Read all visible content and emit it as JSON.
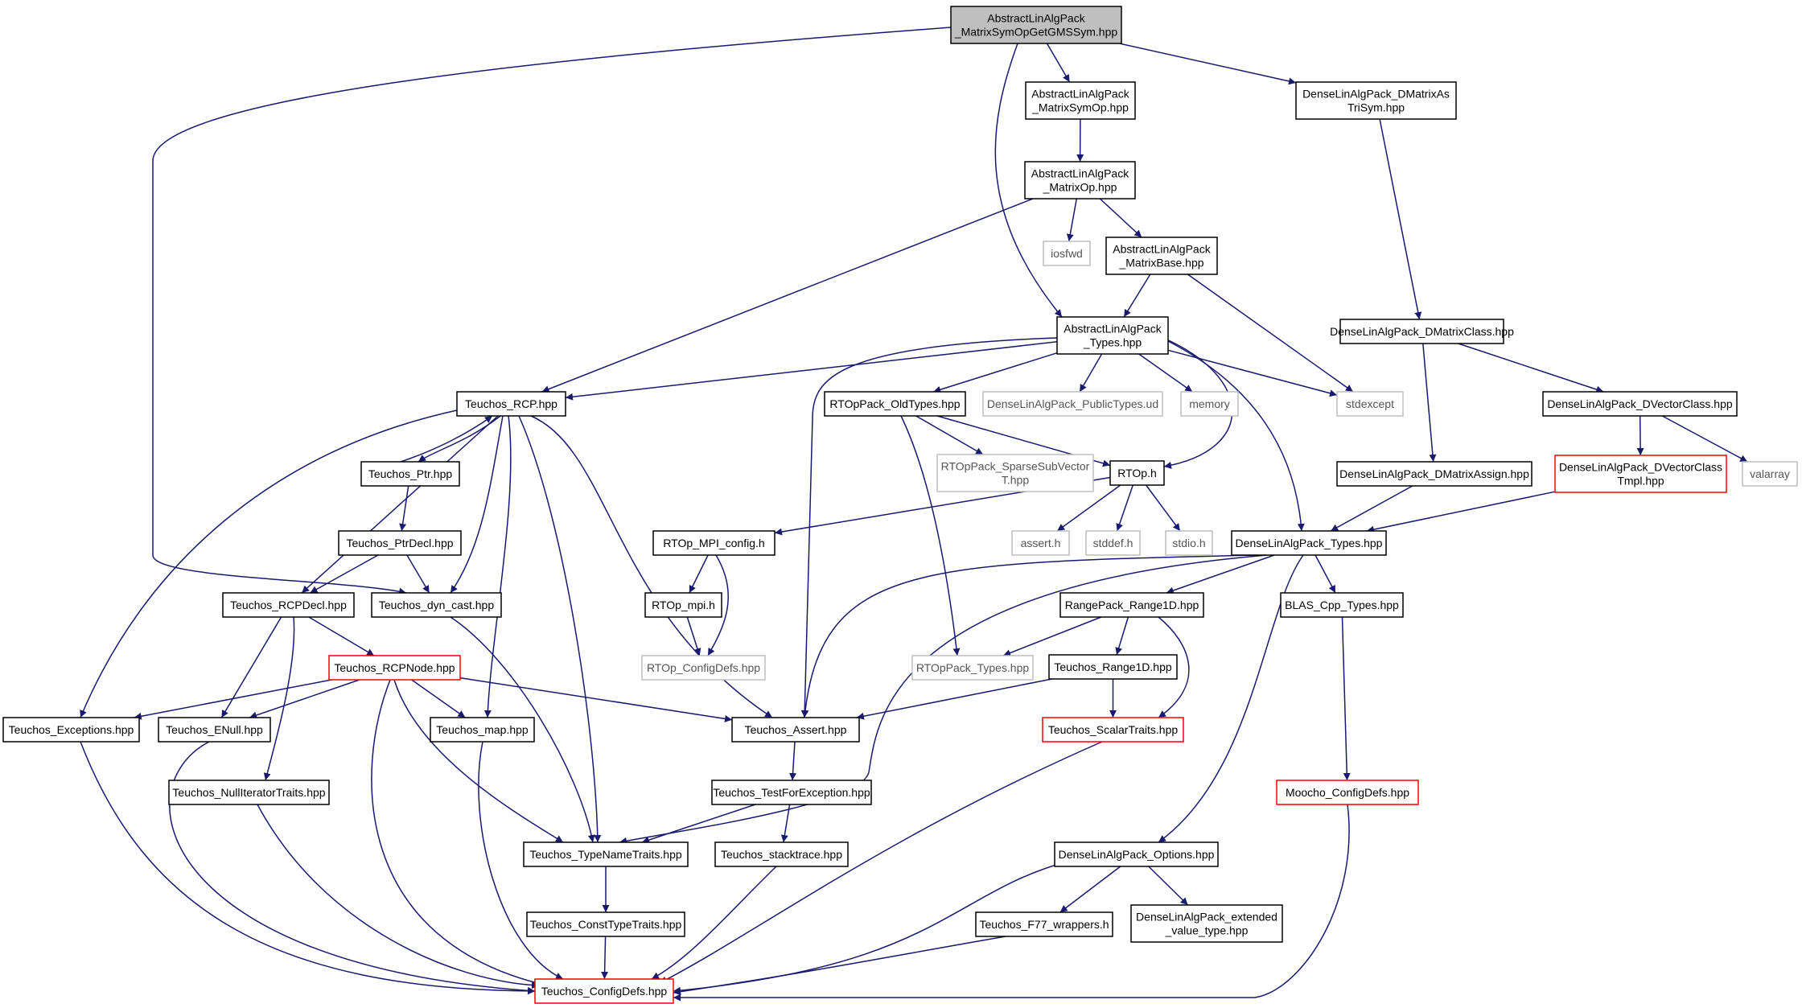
{
  "graph": {
    "nodes": [
      {
        "id": "root",
        "lines": [
          "AbstractLinAlgPack",
          "_MatrixSymOpGetGMSSym.hpp"
        ],
        "style": "root"
      },
      {
        "id": "msop",
        "lines": [
          "AbstractLinAlgPack",
          "_MatrixSymOp.hpp"
        ],
        "style": "normal"
      },
      {
        "id": "dmas",
        "lines": [
          "DenseLinAlgPack_DMatrixAs",
          "TriSym.hpp"
        ],
        "style": "normal"
      },
      {
        "id": "mop",
        "lines": [
          "AbstractLinAlgPack",
          "_MatrixOp.hpp"
        ],
        "style": "normal"
      },
      {
        "id": "iosfwd",
        "lines": [
          "iosfwd"
        ],
        "style": "ext"
      },
      {
        "id": "mbase",
        "lines": [
          "AbstractLinAlgPack",
          "_MatrixBase.hpp"
        ],
        "style": "normal"
      },
      {
        "id": "types",
        "lines": [
          "AbstractLinAlgPack",
          "_Types.hpp"
        ],
        "style": "normal"
      },
      {
        "id": "dmc",
        "lines": [
          "DenseLinAlgPack_DMatrixClass.hpp"
        ],
        "style": "normal"
      },
      {
        "id": "rcp",
        "lines": [
          "Teuchos_RCP.hpp"
        ],
        "style": "normal"
      },
      {
        "id": "oldtypes",
        "lines": [
          "RTOpPack_OldTypes.hpp"
        ],
        "style": "normal"
      },
      {
        "id": "pubtypes",
        "lines": [
          "DenseLinAlgPack_PublicTypes.ud"
        ],
        "style": "ext"
      },
      {
        "id": "memory",
        "lines": [
          "memory"
        ],
        "style": "ext"
      },
      {
        "id": "stdexcept",
        "lines": [
          "stdexcept"
        ],
        "style": "ext"
      },
      {
        "id": "dvc",
        "lines": [
          "DenseLinAlgPack_DVectorClass.hpp"
        ],
        "style": "normal"
      },
      {
        "id": "ptr",
        "lines": [
          "Teuchos_Ptr.hpp"
        ],
        "style": "normal"
      },
      {
        "id": "sparsesub",
        "lines": [
          "RTOpPack_SparseSubVector",
          "T.hpp"
        ],
        "style": "ext"
      },
      {
        "id": "rtoph",
        "lines": [
          "RTOp.h"
        ],
        "style": "normal"
      },
      {
        "id": "dma",
        "lines": [
          "DenseLinAlgPack_DMatrixAssign.hpp"
        ],
        "style": "normal"
      },
      {
        "id": "dvct",
        "lines": [
          "DenseLinAlgPack_DVectorClass",
          "Tmpl.hpp"
        ],
        "style": "red"
      },
      {
        "id": "valarray",
        "lines": [
          "valarray"
        ],
        "style": "ext"
      },
      {
        "id": "ptrdecl",
        "lines": [
          "Teuchos_PtrDecl.hpp"
        ],
        "style": "normal"
      },
      {
        "id": "mpiconfig",
        "lines": [
          "RTOp_MPI_config.h"
        ],
        "style": "normal"
      },
      {
        "id": "asserth",
        "lines": [
          "assert.h"
        ],
        "style": "ext"
      },
      {
        "id": "stddefh",
        "lines": [
          "stddef.h"
        ],
        "style": "ext"
      },
      {
        "id": "stdioh",
        "lines": [
          "stdio.h"
        ],
        "style": "ext"
      },
      {
        "id": "dlptypes",
        "lines": [
          "DenseLinAlgPack_Types.hpp"
        ],
        "style": "normal"
      },
      {
        "id": "rcpdecl",
        "lines": [
          "Teuchos_RCPDecl.hpp"
        ],
        "style": "normal"
      },
      {
        "id": "dyncast",
        "lines": [
          "Teuchos_dyn_cast.hpp"
        ],
        "style": "normal"
      },
      {
        "id": "rtopmpi",
        "lines": [
          "RTOp_mpi.h"
        ],
        "style": "normal"
      },
      {
        "id": "range1d",
        "lines": [
          "RangePack_Range1D.hpp"
        ],
        "style": "normal"
      },
      {
        "id": "blas",
        "lines": [
          "BLAS_Cpp_Types.hpp"
        ],
        "style": "normal"
      },
      {
        "id": "rcpnode",
        "lines": [
          "Teuchos_RCPNode.hpp"
        ],
        "style": "red"
      },
      {
        "id": "configdefs_rtop",
        "lines": [
          "RTOp_ConfigDefs.hpp"
        ],
        "style": "ext"
      },
      {
        "id": "rtoppack_types",
        "lines": [
          "RTOpPack_Types.hpp"
        ],
        "style": "ext"
      },
      {
        "id": "trange1d",
        "lines": [
          "Teuchos_Range1D.hpp"
        ],
        "style": "normal"
      },
      {
        "id": "exceptions",
        "lines": [
          "Teuchos_Exceptions.hpp"
        ],
        "style": "normal"
      },
      {
        "id": "enull",
        "lines": [
          "Teuchos_ENull.hpp"
        ],
        "style": "normal"
      },
      {
        "id": "map",
        "lines": [
          "Teuchos_map.hpp"
        ],
        "style": "normal"
      },
      {
        "id": "tassert",
        "lines": [
          "Teuchos_Assert.hpp"
        ],
        "style": "normal"
      },
      {
        "id": "scalartraits",
        "lines": [
          "Teuchos_ScalarTraits.hpp"
        ],
        "style": "red"
      },
      {
        "id": "nulliter",
        "lines": [
          "Teuchos_NullIteratorTraits.hpp"
        ],
        "style": "normal"
      },
      {
        "id": "testforexc",
        "lines": [
          "Teuchos_TestForException.hpp"
        ],
        "style": "normal"
      },
      {
        "id": "moochoconfig",
        "lines": [
          "Moocho_ConfigDefs.hpp"
        ],
        "style": "red"
      },
      {
        "id": "typenametraits",
        "lines": [
          "Teuchos_TypeNameTraits.hpp"
        ],
        "style": "normal"
      },
      {
        "id": "stacktrace",
        "lines": [
          "Teuchos_stacktrace.hpp"
        ],
        "style": "normal"
      },
      {
        "id": "options",
        "lines": [
          "DenseLinAlgPack_Options.hpp"
        ],
        "style": "normal"
      },
      {
        "id": "consttype",
        "lines": [
          "Teuchos_ConstTypeTraits.hpp"
        ],
        "style": "normal"
      },
      {
        "id": "f77",
        "lines": [
          "Teuchos_F77_wrappers.h"
        ],
        "style": "normal"
      },
      {
        "id": "extvt",
        "lines": [
          "DenseLinAlgPack_extended",
          "_value_type.hpp"
        ],
        "style": "normal"
      },
      {
        "id": "teuchosconfig",
        "lines": [
          "Teuchos_ConfigDefs.hpp"
        ],
        "style": "red"
      }
    ],
    "edges": [
      [
        "root",
        "msop"
      ],
      [
        "root",
        "dmas"
      ],
      [
        "root",
        "types"
      ],
      [
        "root",
        "dyncast"
      ],
      [
        "msop",
        "mop"
      ],
      [
        "mop",
        "iosfwd"
      ],
      [
        "mop",
        "mbase"
      ],
      [
        "mop",
        "rcp"
      ],
      [
        "mbase",
        "types"
      ],
      [
        "mbase",
        "stdexcept"
      ],
      [
        "dmas",
        "dmc"
      ],
      [
        "dmc",
        "dma"
      ],
      [
        "dmc",
        "dvc"
      ],
      [
        "dvc",
        "dvct"
      ],
      [
        "dvc",
        "valarray"
      ],
      [
        "dvct",
        "dlptypes"
      ],
      [
        "dma",
        "dlptypes"
      ],
      [
        "types",
        "rcp"
      ],
      [
        "types",
        "oldtypes"
      ],
      [
        "types",
        "pubtypes"
      ],
      [
        "types",
        "memory"
      ],
      [
        "types",
        "stdexcept"
      ],
      [
        "types",
        "rtoph"
      ],
      [
        "types",
        "dlptypes"
      ],
      [
        "types",
        "tassert"
      ],
      [
        "rcp",
        "ptr"
      ],
      [
        "rcp",
        "rcpdecl"
      ],
      [
        "rcp",
        "dyncast"
      ],
      [
        "rcp",
        "exceptions"
      ],
      [
        "rcp",
        "map"
      ],
      [
        "rcp",
        "typenametraits"
      ],
      [
        "rcp",
        "tassert"
      ],
      [
        "ptr",
        "rcp"
      ],
      [
        "ptr",
        "ptrdecl"
      ],
      [
        "ptrdecl",
        "rcpdecl"
      ],
      [
        "ptrdecl",
        "dyncast"
      ],
      [
        "rcpdecl",
        "rcpnode"
      ],
      [
        "rcpdecl",
        "enull"
      ],
      [
        "rcpdecl",
        "nulliter"
      ],
      [
        "dyncast",
        "typenametraits"
      ],
      [
        "oldtypes",
        "sparsesub"
      ],
      [
        "oldtypes",
        "rtoph"
      ],
      [
        "oldtypes",
        "rtoppack_types"
      ],
      [
        "rtoph",
        "mpiconfig"
      ],
      [
        "rtoph",
        "asserth"
      ],
      [
        "rtoph",
        "stddefh"
      ],
      [
        "rtoph",
        "stdioh"
      ],
      [
        "mpiconfig",
        "rtopmpi"
      ],
      [
        "mpiconfig",
        "configdefs_rtop"
      ],
      [
        "rtopmpi",
        "configdefs_rtop"
      ],
      [
        "dlptypes",
        "range1d"
      ],
      [
        "dlptypes",
        "blas"
      ],
      [
        "dlptypes",
        "options"
      ],
      [
        "dlptypes",
        "tassert"
      ],
      [
        "dlptypes",
        "typenametraits"
      ],
      [
        "range1d",
        "rtoppack_types"
      ],
      [
        "range1d",
        "trange1d"
      ],
      [
        "range1d",
        "scalartraits"
      ],
      [
        "trange1d",
        "tassert"
      ],
      [
        "trange1d",
        "scalartraits"
      ],
      [
        "blas",
        "moochoconfig"
      ],
      [
        "rcpnode",
        "exceptions"
      ],
      [
        "rcpnode",
        "enull"
      ],
      [
        "rcpnode",
        "map"
      ],
      [
        "rcpnode",
        "tassert"
      ],
      [
        "rcpnode",
        "typenametraits"
      ],
      [
        "rcpnode",
        "teuchosconfig"
      ],
      [
        "tassert",
        "testforexc"
      ],
      [
        "testforexc",
        "typenametraits"
      ],
      [
        "testforexc",
        "stacktrace"
      ],
      [
        "typenametraits",
        "consttype"
      ],
      [
        "consttype",
        "teuchosconfig"
      ],
      [
        "stacktrace",
        "teuchosconfig"
      ],
      [
        "exceptions",
        "teuchosconfig"
      ],
      [
        "enull",
        "teuchosconfig"
      ],
      [
        "nulliter",
        "teuchosconfig"
      ],
      [
        "map",
        "teuchosconfig"
      ],
      [
        "scalartraits",
        "teuchosconfig"
      ],
      [
        "options",
        "f77"
      ],
      [
        "options",
        "extvt"
      ],
      [
        "options",
        "teuchosconfig"
      ],
      [
        "f77",
        "teuchosconfig"
      ],
      [
        "moochoconfig",
        "teuchosconfig"
      ]
    ]
  },
  "colors": {
    "edge": "#191970",
    "root_fill": "#bfbfbf",
    "red_border": "#ff0000",
    "ext_border": "#bfbfbf",
    "normal_border": "#000000"
  }
}
